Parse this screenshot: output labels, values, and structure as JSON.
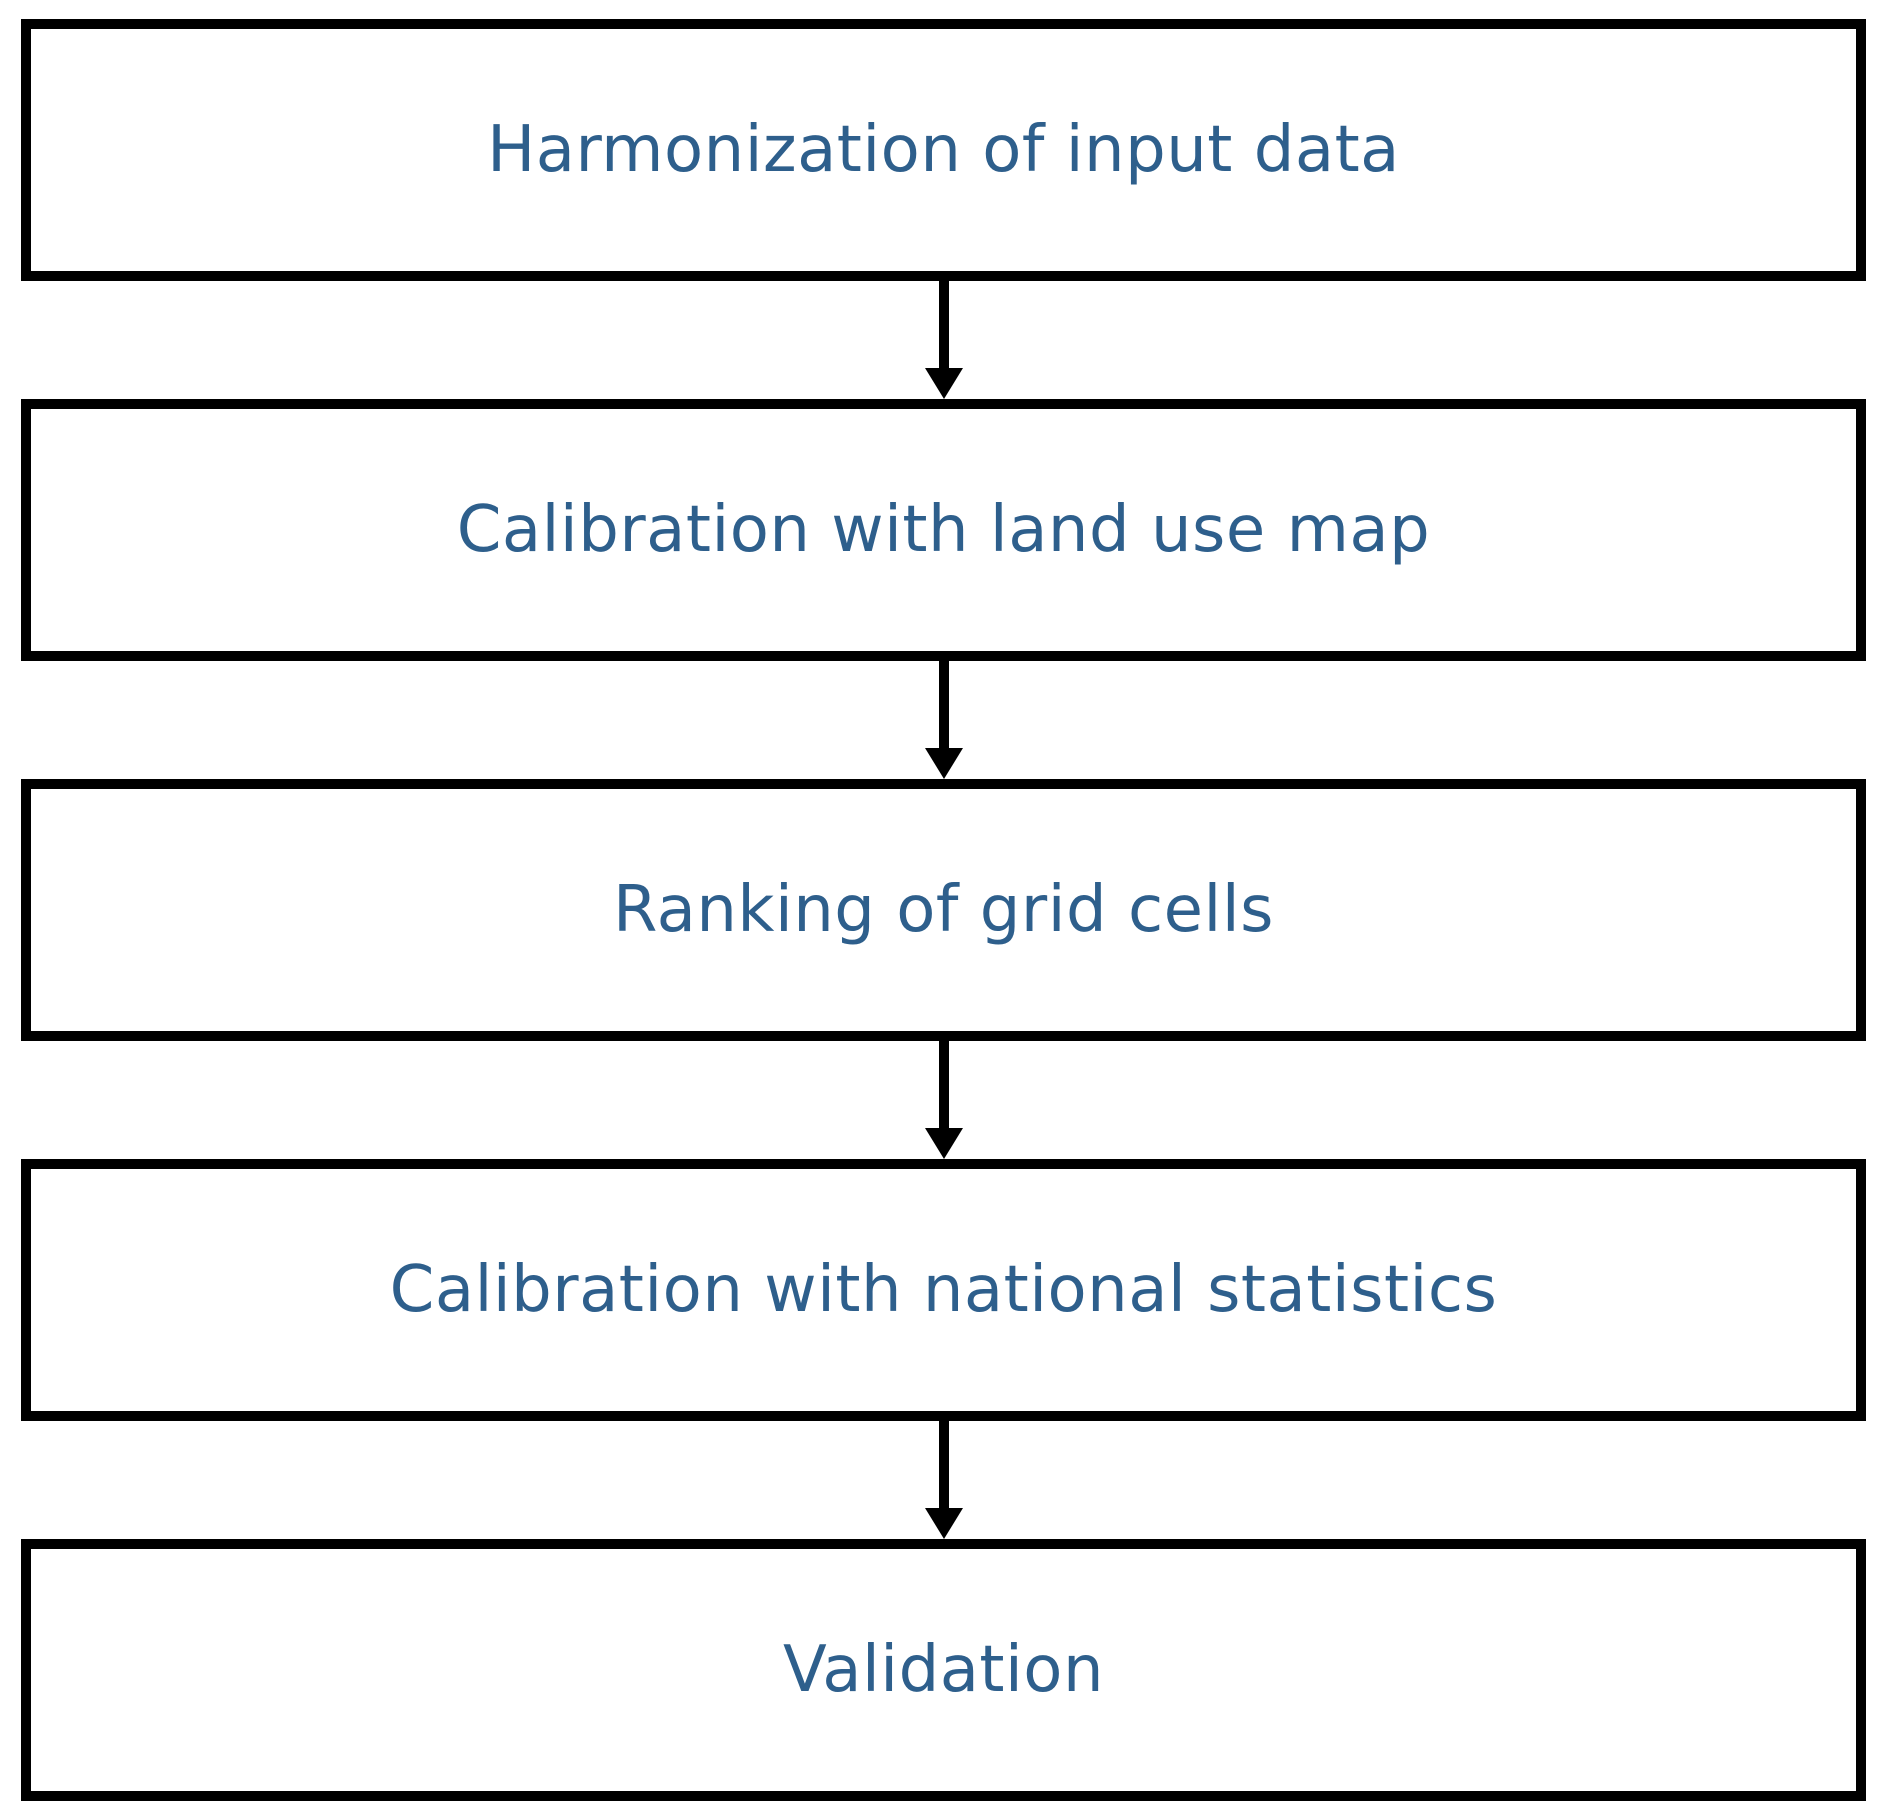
{
  "diagram": {
    "type": "flowchart",
    "direction": "top-to-bottom",
    "steps": [
      {
        "label": "Harmonization of input data"
      },
      {
        "label": "Calibration with land use map"
      },
      {
        "label": "Ranking of grid cells"
      },
      {
        "label": "Calibration with national statistics"
      },
      {
        "label": "Validation"
      }
    ],
    "connectors": [
      {
        "from": 0,
        "to": 1,
        "style": "down-arrow"
      },
      {
        "from": 1,
        "to": 2,
        "style": "down-arrow"
      },
      {
        "from": 2,
        "to": 3,
        "style": "down-arrow"
      },
      {
        "from": 3,
        "to": 4,
        "style": "down-arrow"
      }
    ],
    "colors": {
      "box_border": "#000000",
      "box_fill": "#ffffff",
      "label_text": "#2e5f8c",
      "arrow": "#000000",
      "background": "#ffffff"
    }
  }
}
